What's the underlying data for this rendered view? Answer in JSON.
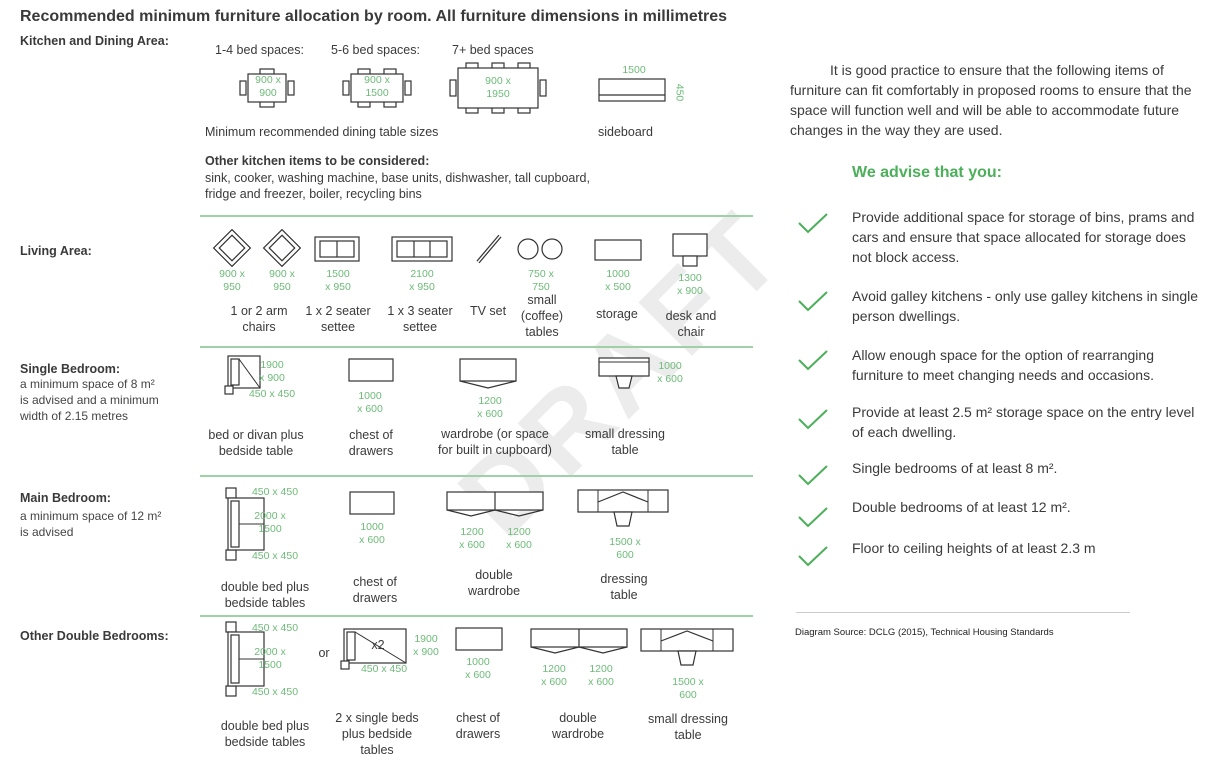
{
  "title": "Recommended minimum furniture allocation by room. All furniture dimensions in millimetres",
  "watermark": "DRAFT",
  "kitchen": {
    "heading": "Kitchen and Dining Area:",
    "tables": [
      {
        "label": "1-4 bed spaces:",
        "dim": "900 x\n900"
      },
      {
        "label": "5-6 bed spaces:",
        "dim": "900 x\n1500"
      },
      {
        "label": "7+ bed spaces",
        "dim": "900 x\n1950"
      }
    ],
    "sideboard_w": "1500",
    "sideboard_d": "450",
    "tables_caption": "Minimum recommended dining table sizes",
    "sideboard_caption": "sideboard",
    "other_heading": "Other kitchen items to be considered:",
    "other_items": "sink, cooker, washing machine, base units, dishwasher, tall cupboard,\nfridge and freezer, boiler, recycling bins"
  },
  "living": {
    "heading": "Living Area:",
    "items": [
      {
        "dim": "900 x\n950",
        "label": ""
      },
      {
        "dim": "900 x\n950",
        "label": ""
      },
      {
        "dim": "1500\nx 950",
        "label": "1 x 2 seater\nsettee"
      },
      {
        "dim": "2100\nx 950",
        "label": "1 x 3 seater\nsettee"
      },
      {
        "dim": "",
        "label": "TV set"
      },
      {
        "dim": "750 x\n750",
        "label": "small\n(coffee)\ntables"
      },
      {
        "dim": "1000\nx 500",
        "label": "storage"
      },
      {
        "dim": "1300\nx 900",
        "label": "desk and\nchair"
      }
    ],
    "chairs_label": "1 or 2 arm\nchairs"
  },
  "single": {
    "heading": "Single Bedroom:",
    "note": "a minimum space of 8 m²\nis advised and a minimum\nwidth of 2.15 metres",
    "bed_dim": "1900\nx 900",
    "bedside_dim": "450 x 450",
    "bed_label": "bed or divan plus\nbedside table",
    "chest_dim": "1000\nx 600",
    "chest_label": "chest of\ndrawers",
    "wardrobe_dim": "1200\nx 600",
    "wardrobe_label": "wardrobe (or space\nfor built in cupboard)",
    "dressing_dim": "1000\nx 600",
    "dressing_label": "small dressing\ntable"
  },
  "main": {
    "heading": "Main Bedroom:",
    "note": "a minimum space of 12 m²\nis advised",
    "bedside_top": "450 x 450",
    "bed_dim": "2000 x\n1500",
    "bedside_bottom": "450 x 450",
    "bed_label": "double bed plus\nbedside tables",
    "chest_dim": "1000\nx 600",
    "chest_label": "chest of\ndrawers",
    "wardrobe_dim1": "1200\nx 600",
    "wardrobe_dim2": "1200\nx 600",
    "wardrobe_label": "double\nwardrobe",
    "dressing_dim": "1500 x\n600",
    "dressing_label": "dressing\ntable"
  },
  "other": {
    "heading": "Other Double Bedrooms:",
    "bedside_top": "450 x 450",
    "bed_dim": "2000 x\n1500",
    "bedside_bottom": "450 x 450",
    "bed_label": "double bed plus\nbedside tables",
    "or": "or",
    "x2": "x2",
    "single_dim": "1900\nx 900",
    "single_bedside": "450 x 450",
    "single_label": "2 x single beds\nplus bedside\ntables",
    "chest_dim": "1000\nx 600",
    "chest_label": "chest of\ndrawers",
    "wardrobe_dim1": "1200\nx 600",
    "wardrobe_dim2": "1200\nx 600",
    "wardrobe_label": "double\nwardrobe",
    "dressing_dim": "1500 x\n600",
    "dressing_label": "small dressing\ntable"
  },
  "right": {
    "intro": "It is good practice to ensure that the following items of furniture can fit comfortably in proposed rooms to ensure that the space will function well and will be able to accommodate future changes in the way they are used.",
    "advise_heading": "We advise that you:",
    "tips": [
      "Provide additional space for storage of bins, prams and cars and ensure that space allocated for storage does not block access.",
      "Avoid galley kitchens - only use galley kitchens in single person dwellings.",
      "Allow enough space for the option of rearranging furniture to meet changing needs and occasions.",
      "Provide at least 2.5 m² storage space on the entry level of each dwelling.",
      "Single bedrooms of at least 8 m².",
      "Double bedrooms of at least 12 m².",
      "Floor to ceiling heights of at least 2.3 m"
    ],
    "tick_color": "#4caf5a",
    "source": "Diagram Source: DCLG (2015), Technical Housing Standards"
  }
}
